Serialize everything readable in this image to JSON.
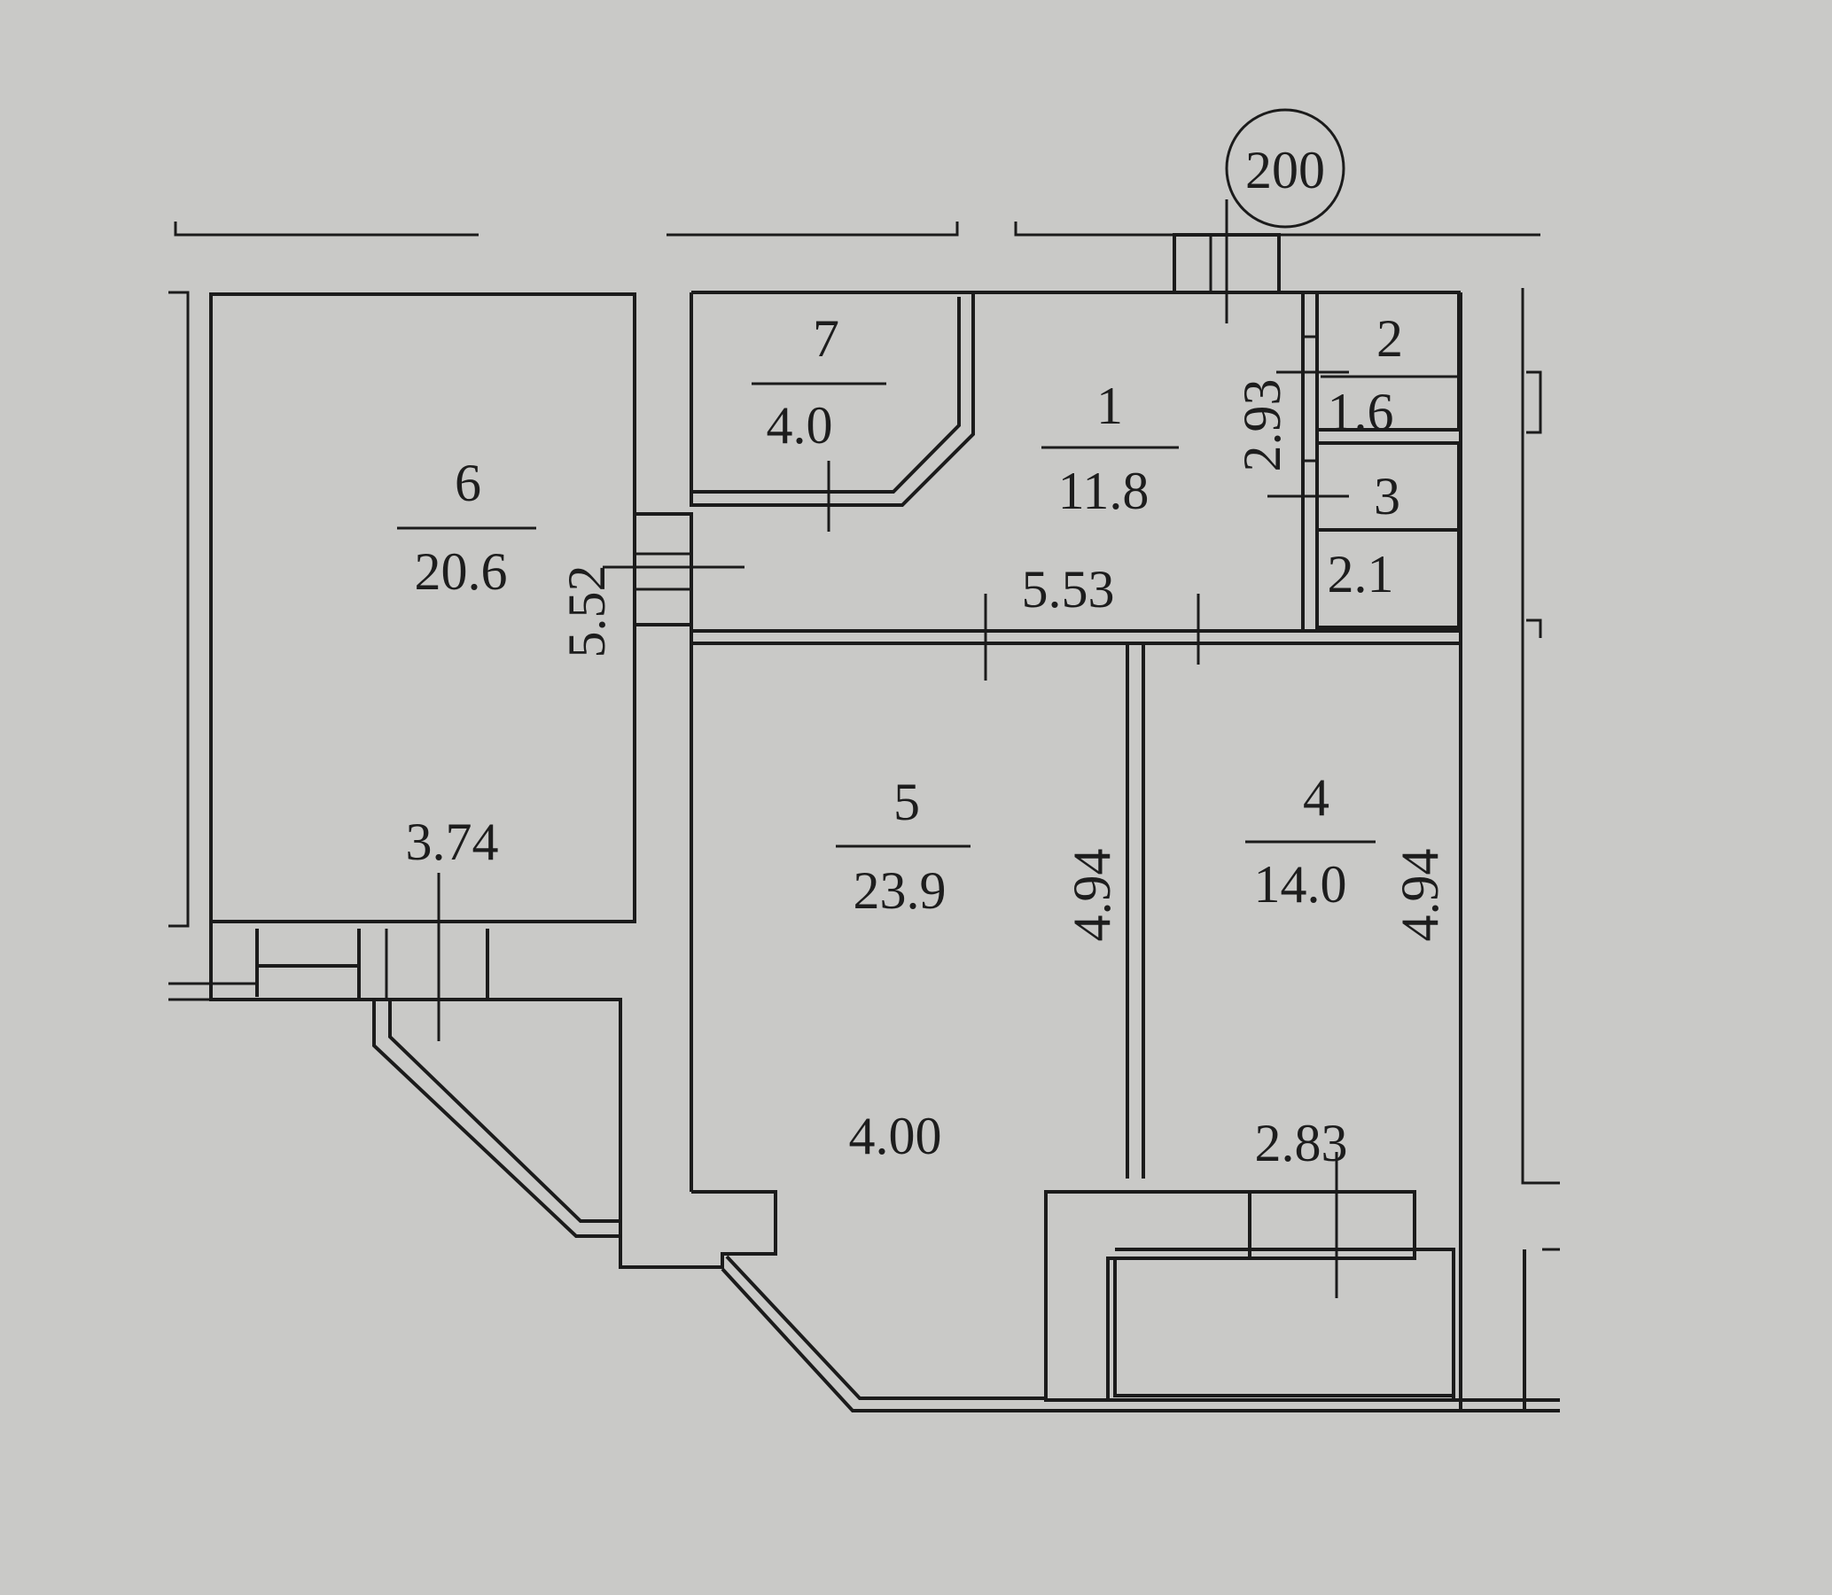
{
  "plan": {
    "axis_marker": "200",
    "background": "#c9c9c7",
    "line_color": "#1b1b1b"
  },
  "rooms": [
    {
      "number": "1",
      "area": "11.8"
    },
    {
      "number": "2",
      "area": "1.6"
    },
    {
      "number": "3",
      "area": "2.1"
    },
    {
      "number": "4",
      "area": "14.0"
    },
    {
      "number": "5",
      "area": "23.9"
    },
    {
      "number": "6",
      "area": "20.6"
    },
    {
      "number": "7",
      "area": "4.0"
    }
  ],
  "dimensions": {
    "hall_length": "5.53",
    "hall_width": "2.93",
    "room6_length": "5.52",
    "room6_width": "3.74",
    "room5_length": "4.94",
    "room5_width": "4.00",
    "room4_length": "4.94",
    "room4_width": "2.83"
  }
}
